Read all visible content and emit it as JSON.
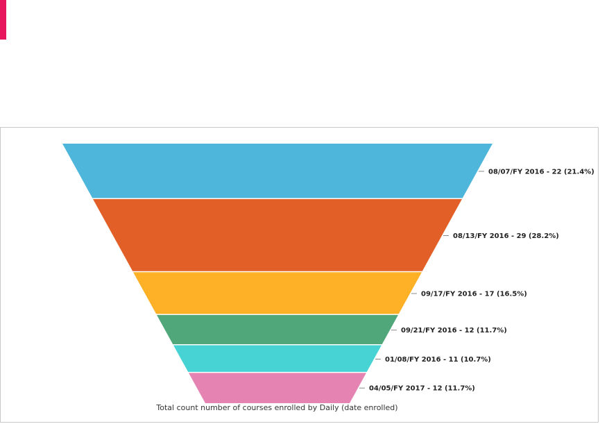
{
  "colors": {
    "accent": "#e8175d",
    "frame_border": "#c8c8c8"
  },
  "chart_data": {
    "type": "funnel",
    "caption": "Total count number of courses enrolled by Daily (date enrolled)",
    "stages": [
      {
        "label": "08/07/FY 2016 - 22 (21.4%)",
        "category": "08/07/FY 2016",
        "value": 22,
        "percent": 21.4,
        "color": "#4db6da"
      },
      {
        "label": "08/13/FY 2016 - 29 (28.2%)",
        "category": "08/13/FY 2016",
        "value": 29,
        "percent": 28.2,
        "color": "#e26027"
      },
      {
        "label": "09/17/FY 2016 - 17 (16.5%)",
        "category": "09/17/FY 2016",
        "value": 17,
        "percent": 16.5,
        "color": "#feb127"
      },
      {
        "label": "09/21/FY 2016 - 12 (11.7%)",
        "category": "09/21/FY 2016",
        "value": 12,
        "percent": 11.7,
        "color": "#50a77a"
      },
      {
        "label": "01/08/FY 2016 - 11 (10.7%)",
        "category": "01/08/FY 2016",
        "value": 11,
        "percent": 10.7,
        "color": "#47d3d4"
      },
      {
        "label": "04/05/FY 2017 - 12 (11.7%)",
        "category": "04/05/FY 2017",
        "value": 12,
        "percent": 11.7,
        "color": "#e584b3"
      }
    ]
  }
}
